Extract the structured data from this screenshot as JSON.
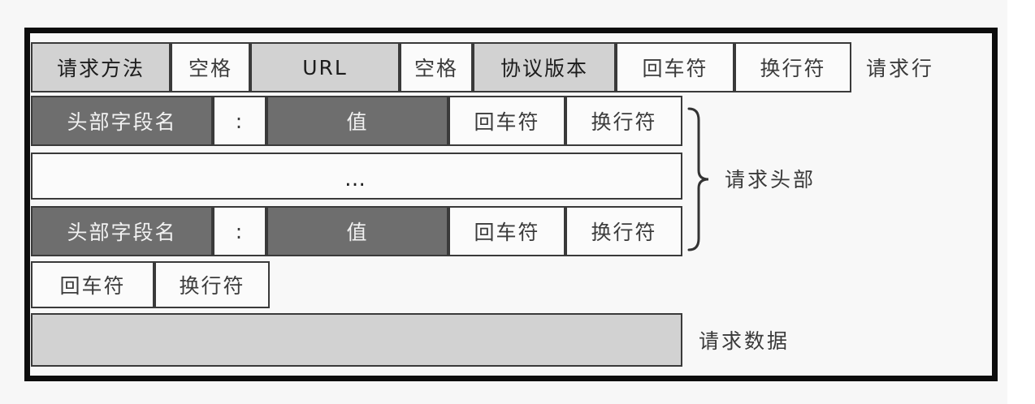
{
  "figure": {
    "title_semantic": "http-request-message-structure",
    "colors": {
      "frame": "#0d0d0d",
      "cell_border": "#3a3a3a",
      "light_cell": "#d2d2d2",
      "dark_cell": "#6e6e6e",
      "white_cell": "#fbfbfb",
      "page_background": "#f7f7f7",
      "dark_cell_text": "#f2f2f2",
      "text": "#1c1c1c"
    }
  },
  "rows": {
    "request_line": {
      "label": "请求行",
      "cells": [
        {
          "text": "请求方法",
          "style": "light"
        },
        {
          "text": "空格",
          "style": "white"
        },
        {
          "text": "URL",
          "style": "light"
        },
        {
          "text": "空格",
          "style": "white"
        },
        {
          "text": "协议版本",
          "style": "light"
        },
        {
          "text": "回车符",
          "style": "white"
        },
        {
          "text": "换行符",
          "style": "white"
        }
      ]
    },
    "header_field_first": {
      "cells": [
        {
          "text": "头部字段名",
          "style": "dark"
        },
        {
          "text": ":",
          "style": "white"
        },
        {
          "text": "值",
          "style": "dark"
        },
        {
          "text": "回车符",
          "style": "white"
        },
        {
          "text": "换行符",
          "style": "white"
        }
      ]
    },
    "header_ellipsis": {
      "cells": [
        {
          "text": "…",
          "style": "white"
        }
      ]
    },
    "header_field_last": {
      "cells": [
        {
          "text": "头部字段名",
          "style": "dark"
        },
        {
          "text": ":",
          "style": "white"
        },
        {
          "text": "值",
          "style": "dark"
        },
        {
          "text": "回车符",
          "style": "white"
        },
        {
          "text": "换行符",
          "style": "white"
        }
      ]
    },
    "blank_line": {
      "cells": [
        {
          "text": "回车符",
          "style": "white"
        },
        {
          "text": "换行符",
          "style": "white"
        }
      ]
    },
    "request_body": {
      "label": "请求数据",
      "cells": [
        {
          "text": "",
          "style": "light"
        }
      ]
    }
  },
  "braces": {
    "headers": {
      "label": "请求头部",
      "icon": "curly-brace-right"
    }
  }
}
